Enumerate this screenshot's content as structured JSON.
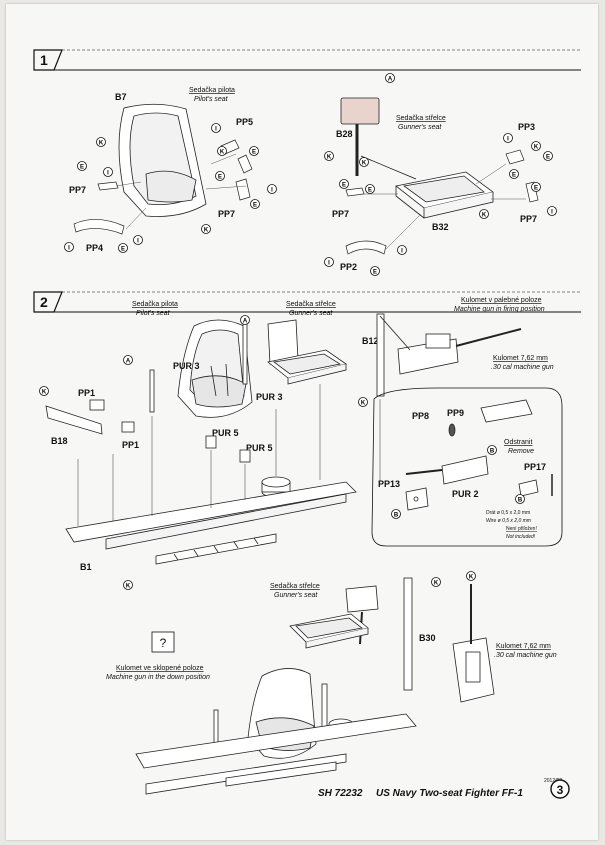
{
  "step1": {
    "number": "1",
    "pilot_seat_cz": "Sedačka pilota",
    "pilot_seat_en": "Pilot's seat",
    "gunner_seat_cz": "Sedačka střelce",
    "gunner_seat_en": "Gunner's seat",
    "parts": {
      "b7": "B7",
      "pp5": "PP5",
      "pp7a": "PP7",
      "pp7b": "PP7",
      "pp4": "PP4",
      "b28": "B28",
      "pp3": "PP3",
      "pp7c": "PP7",
      "b32": "B32",
      "pp7d": "PP7",
      "pp2": "PP2"
    }
  },
  "step2": {
    "number": "2",
    "pilot_seat_cz": "Sedačka pilota",
    "pilot_seat_en": "Pilot's seat",
    "gunner_seat_cz": "Sedačka střelce",
    "gunner_seat_en": "Gunner's seat",
    "mg_firing_cz": "Kulomet v palebné poloze",
    "mg_firing_en": "Machine gun in firing position",
    "mg_caliber_cz": "Kulomet 7,62 mm",
    "mg_caliber_en": ".30 cal machine gun",
    "remove_cz": "Odstranit",
    "remove_en": "Remove",
    "wire_cz": "Drát ø 0,5 x 2,0  mm",
    "wire_en": "Wire ø 0,5 x 2,0 mm",
    "not_incl_cz": "Není přiložen!",
    "not_incl_en": "Not included!",
    "parts": {
      "pur3a": "PUR 3",
      "pur3b": "PUR 3",
      "b12": "B12",
      "pp1a": "PP1",
      "pp1b": "PP1",
      "b18": "B18",
      "pur5a": "PUR 5",
      "pur5b": "PUR 5",
      "pp8": "PP8",
      "pp9": "PP9",
      "pp13": "PP13",
      "pur2": "PUR 2",
      "pp17": "PP17",
      "b1": "B1"
    }
  },
  "step3": {
    "gunner_seat_cz": "Sedačka střelce",
    "gunner_seat_en": "Gunner's seat",
    "mg_down_cz": "Kulomet ve sklopené poloze",
    "mg_down_en": "Machine gun in the down position",
    "b30": "B30",
    "mg_caliber_cz": "Kulomet 7,62 mm",
    "mg_caliber_en": ".30 cal machine gun"
  },
  "footer": {
    "code": "SH 72232",
    "title": "US Navy Two-seat Fighter FF-1",
    "date": "2012/02",
    "page": "3"
  }
}
